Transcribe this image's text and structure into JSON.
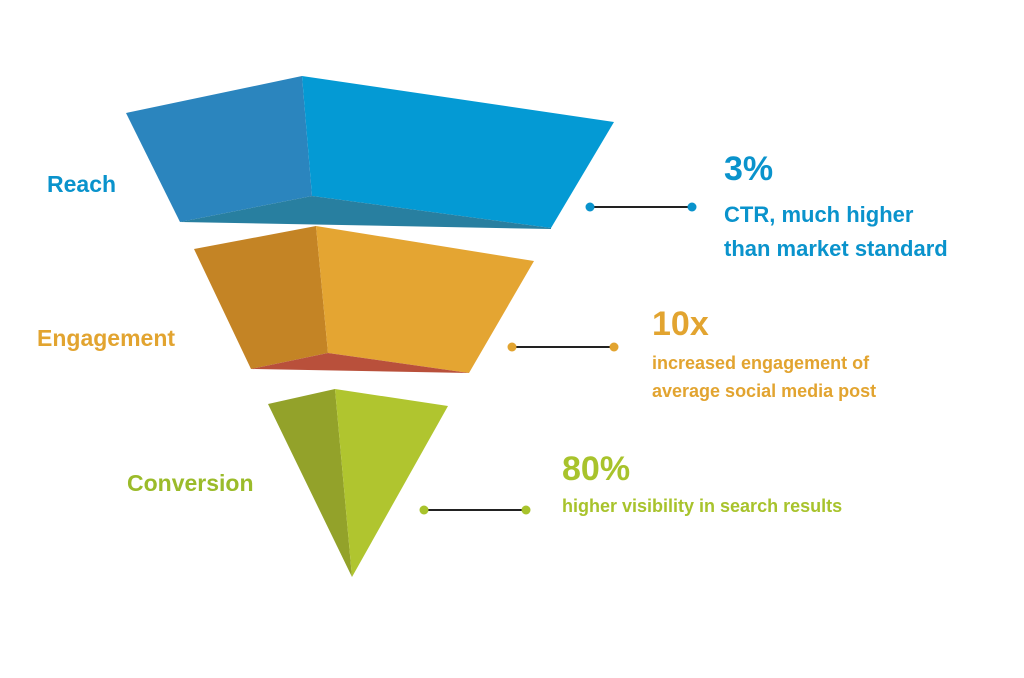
{
  "colors": {
    "reach": "#0a93cc",
    "engagement": "#e2a430",
    "conversion": "#a8c32c",
    "connector": "#222222"
  },
  "stages": [
    {
      "label": "Reach",
      "value": "3%",
      "description": [
        "CTR, much higher",
        "than market standard"
      ]
    },
    {
      "label": "Engagement",
      "value": "10x",
      "description": [
        "increased engagement of",
        "average social media post"
      ]
    },
    {
      "label": "Conversion",
      "value": "80%",
      "description": [
        "higher visibility in search results"
      ]
    }
  ]
}
